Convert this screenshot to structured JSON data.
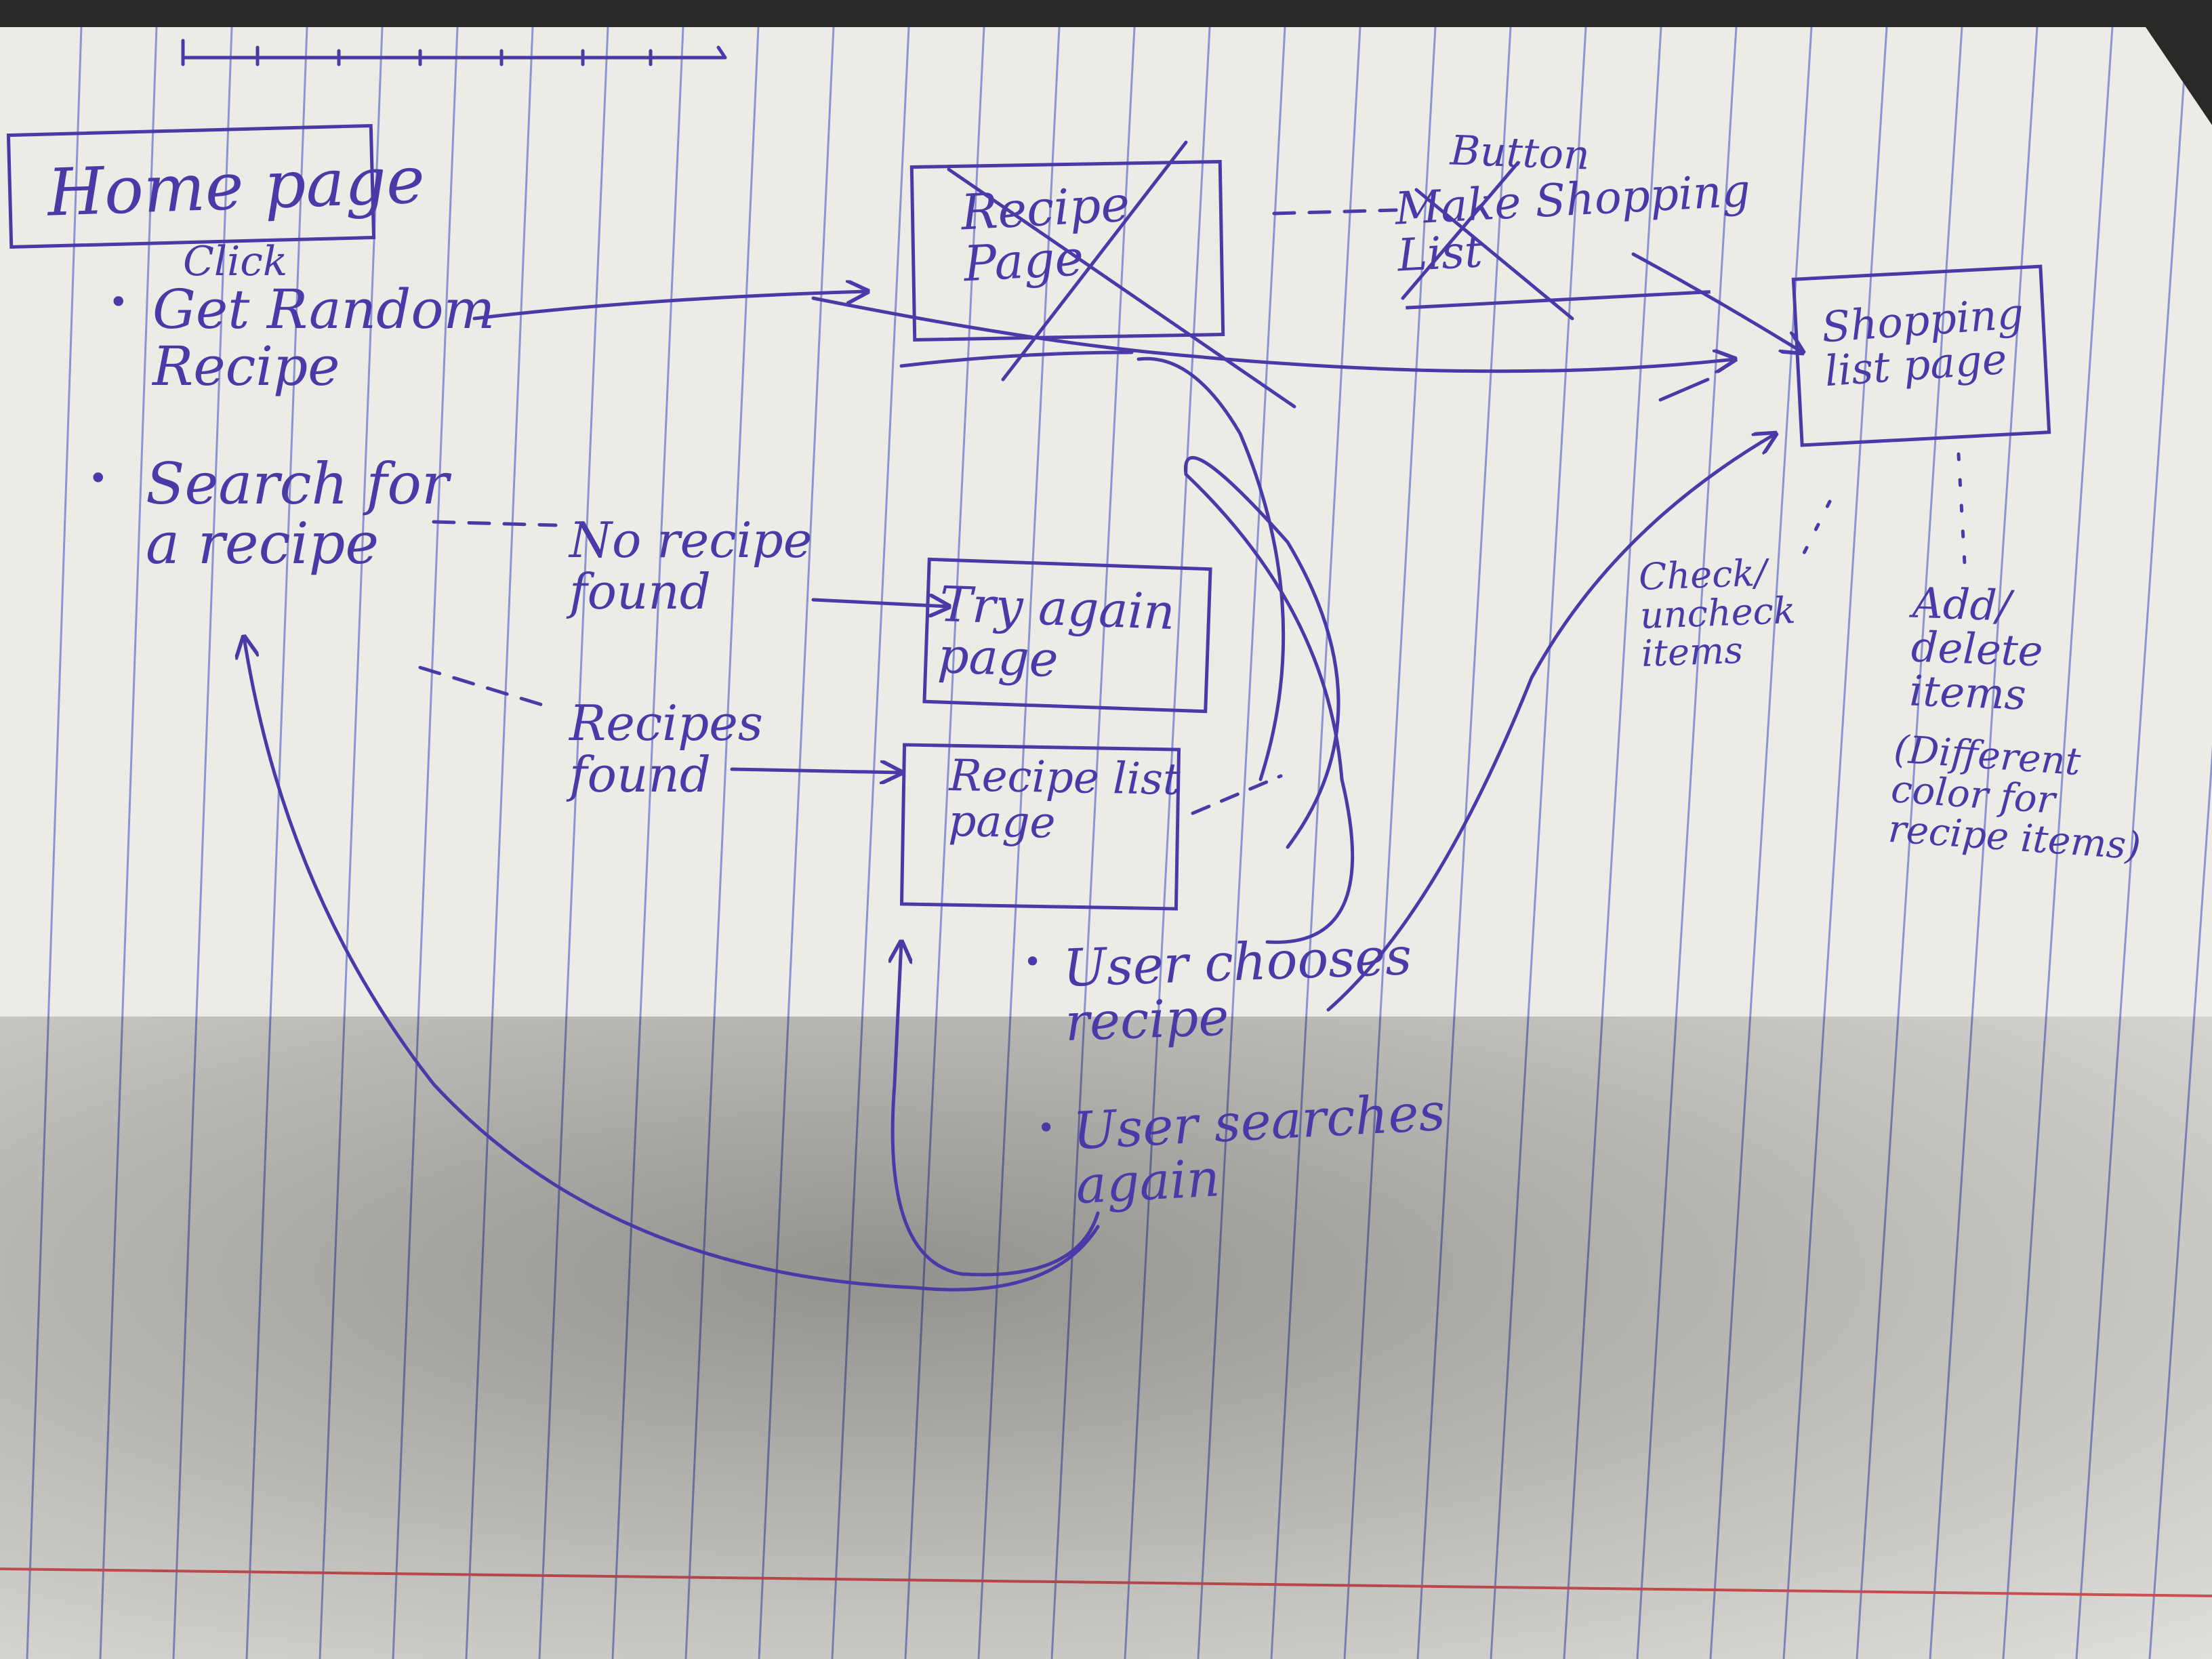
{
  "ink_color": "#4a3aa8",
  "paper_color": "#ecebe6",
  "rule_color": "#6b78c9",
  "margin_line_color": "#e0555a",
  "nodes": {
    "home_page": "Home page",
    "recipe_page": "Recipe\nPage",
    "make_shopping_list_button": "Make Shopping\nList",
    "shopping_list_page": "Shopping\nlist page",
    "try_again_page": "Try again\npage",
    "recipe_list_page": "Recipe list\npage"
  },
  "labels": {
    "button": "Button",
    "click": "Click",
    "get_random_recipe": "Get Random\nRecipe",
    "search_for_recipe": "Search for\na recipe",
    "no_recipe_found": "No recipe\nfound",
    "recipes_found": "Recipes\nfound",
    "check_uncheck_items": "Check/\nuncheck\nitems",
    "add_delete_items": "Add/\ndelete\nitems",
    "different_color_note": "(Different\ncolor for\nrecipe items)",
    "user_chooses_recipe": "User chooses\nrecipe",
    "user_searches_again": "User searches\nagain"
  }
}
